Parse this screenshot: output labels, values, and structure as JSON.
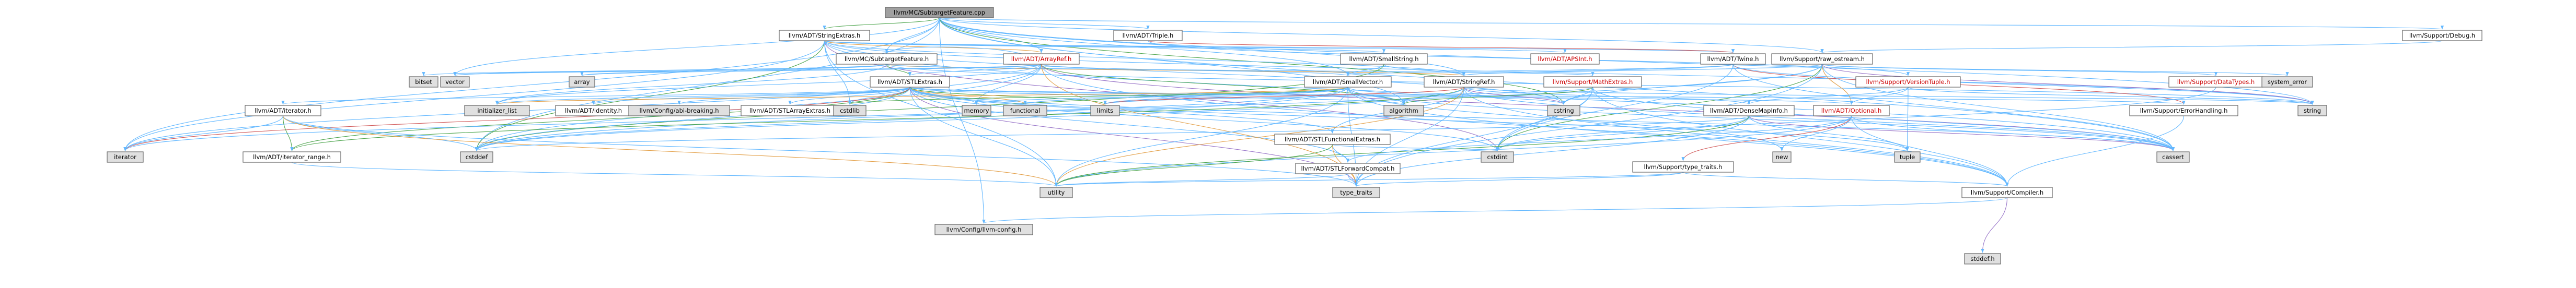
{
  "palette": {
    "root_fill": "#a0a0a0",
    "node_fill": "#ffffff",
    "external_fill": "#e0e0e0",
    "node_border": "#666666",
    "edge_default": "#63b8ff",
    "highlight_text": "#cc0000"
  },
  "nodes": [
    {
      "id": "root",
      "label": "llvm/MC/SubtargetFeature.cpp",
      "kind": "root"
    },
    {
      "id": "stringextras",
      "label": "llvm/ADT/StringExtras.h",
      "kind": "normal"
    },
    {
      "id": "triple",
      "label": "llvm/ADT/Triple.h",
      "kind": "normal"
    },
    {
      "id": "debug",
      "label": "llvm/Support/Debug.h",
      "kind": "normal"
    },
    {
      "id": "subtargetfeature",
      "label": "llvm/MC/SubtargetFeature.h",
      "kind": "normal"
    },
    {
      "id": "arrayref",
      "label": "llvm/ADT/ArrayRef.h",
      "kind": "red"
    },
    {
      "id": "apsint",
      "label": "llvm/ADT/APSInt.h",
      "kind": "red"
    },
    {
      "id": "smallstring",
      "label": "llvm/ADT/SmallString.h",
      "kind": "normal"
    },
    {
      "id": "twine",
      "label": "llvm/ADT/Twine.h",
      "kind": "normal"
    },
    {
      "id": "rawostream",
      "label": "llvm/Support/raw_ostream.h",
      "kind": "normal"
    },
    {
      "id": "bitset",
      "label": "bitset",
      "kind": "ext"
    },
    {
      "id": "vector",
      "label": "vector",
      "kind": "ext"
    },
    {
      "id": "array",
      "label": "array",
      "kind": "ext"
    },
    {
      "id": "stlextras",
      "label": "llvm/ADT/STLExtras.h",
      "kind": "normal"
    },
    {
      "id": "smallvector",
      "label": "llvm/ADT/SmallVector.h",
      "kind": "normal"
    },
    {
      "id": "stringref",
      "label": "llvm/ADT/StringRef.h",
      "kind": "normal"
    },
    {
      "id": "mathextras",
      "label": "llvm/Support/MathExtras.h",
      "kind": "red"
    },
    {
      "id": "versiontuple",
      "label": "llvm/Support/VersionTuple.h",
      "kind": "red"
    },
    {
      "id": "datatypes",
      "label": "llvm/Support/DataTypes.h",
      "kind": "red"
    },
    {
      "id": "systemerror",
      "label": "system_error",
      "kind": "ext"
    },
    {
      "id": "iterator_h",
      "label": "llvm/ADT/iterator.h",
      "kind": "normal"
    },
    {
      "id": "initlist",
      "label": "initializer_list",
      "kind": "ext"
    },
    {
      "id": "identity",
      "label": "llvm/ADT/identity.h",
      "kind": "normal"
    },
    {
      "id": "abibreaking",
      "label": "llvm/Config/abi-breaking.h",
      "kind": "ext"
    },
    {
      "id": "stlarrayextras",
      "label": "llvm/ADT/STLArrayExtras.h",
      "kind": "normal"
    },
    {
      "id": "cstdlib",
      "label": "cstdlib",
      "kind": "ext"
    },
    {
      "id": "memory",
      "label": "memory",
      "kind": "ext"
    },
    {
      "id": "functional",
      "label": "functional",
      "kind": "ext"
    },
    {
      "id": "limits",
      "label": "limits",
      "kind": "ext"
    },
    {
      "id": "algorithm",
      "label": "algorithm",
      "kind": "ext"
    },
    {
      "id": "cstring",
      "label": "cstring",
      "kind": "ext"
    },
    {
      "id": "densemapinfo",
      "label": "llvm/ADT/DenseMapInfo.h",
      "kind": "normal"
    },
    {
      "id": "optional",
      "label": "llvm/ADT/Optional.h",
      "kind": "red"
    },
    {
      "id": "errorhandling",
      "label": "llvm/Support/ErrorHandling.h",
      "kind": "normal"
    },
    {
      "id": "string",
      "label": "string",
      "kind": "ext"
    },
    {
      "id": "cassert",
      "label": "cassert",
      "kind": "ext"
    },
    {
      "id": "stlfunctionalextras",
      "label": "llvm/ADT/STLFunctionalExtras.h",
      "kind": "normal"
    },
    {
      "id": "stlforwardcompat",
      "label": "llvm/ADT/STLForwardCompat.h",
      "kind": "normal"
    },
    {
      "id": "typetraits",
      "label": "llvm/Support/type_traits.h",
      "kind": "normal"
    },
    {
      "id": "new",
      "label": "new",
      "kind": "ext"
    },
    {
      "id": "tuple",
      "label": "tuple",
      "kind": "ext"
    },
    {
      "id": "cstdint",
      "label": "cstdint",
      "kind": "ext"
    },
    {
      "id": "iterator",
      "label": "iterator",
      "kind": "ext"
    },
    {
      "id": "iteratorrange",
      "label": "llvm/ADT/iterator_range.h",
      "kind": "normal"
    },
    {
      "id": "cstddef",
      "label": "cstddef",
      "kind": "ext"
    },
    {
      "id": "utility",
      "label": "utility",
      "kind": "ext"
    },
    {
      "id": "type_traits",
      "label": "type_traits",
      "kind": "ext"
    },
    {
      "id": "compiler",
      "label": "llvm/Support/Compiler.h",
      "kind": "normal"
    },
    {
      "id": "llvmconfig",
      "label": "llvm/Config/llvm-config.h",
      "kind": "ext"
    },
    {
      "id": "stddef",
      "label": "stddef.h",
      "kind": "ext"
    }
  ],
  "edges": [
    [
      "root",
      "stringextras"
    ],
    [
      "root",
      "triple"
    ],
    [
      "root",
      "debug"
    ],
    [
      "root",
      "subtargetfeature"
    ],
    [
      "root",
      "arrayref"
    ],
    [
      "root",
      "smallvector"
    ],
    [
      "root",
      "stringref"
    ],
    [
      "root",
      "rawostream"
    ],
    [
      "root",
      "algorithm"
    ],
    [
      "root",
      "cassert"
    ],
    [
      "root",
      "cstddef"
    ],
    [
      "root",
      "cstring"
    ],
    [
      "root",
      "iterator"
    ],
    [
      "root",
      "string"
    ],
    [
      "root",
      "vector"
    ],
    [
      "root",
      "llvmconfig"
    ],
    [
      "stringextras",
      "apsint"
    ],
    [
      "stringextras",
      "arrayref"
    ],
    [
      "stringextras",
      "smallstring"
    ],
    [
      "stringextras",
      "stringref"
    ],
    [
      "stringextras",
      "twine"
    ],
    [
      "stringextras",
      "cassert"
    ],
    [
      "stringextras",
      "cstddef"
    ],
    [
      "stringextras",
      "cstdint"
    ],
    [
      "stringextras",
      "cstdlib"
    ],
    [
      "stringextras",
      "cstring"
    ],
    [
      "stringextras",
      "iterator"
    ],
    [
      "stringextras",
      "string"
    ],
    [
      "stringextras",
      "utility"
    ],
    [
      "triple",
      "twine"
    ],
    [
      "triple",
      "versiontuple"
    ],
    [
      "debug",
      "rawostream"
    ],
    [
      "subtargetfeature",
      "arrayref"
    ],
    [
      "subtargetfeature",
      "stlextras"
    ],
    [
      "subtargetfeature",
      "stringref"
    ],
    [
      "subtargetfeature",
      "mathextras"
    ],
    [
      "subtargetfeature",
      "array"
    ],
    [
      "subtargetfeature",
      "bitset"
    ],
    [
      "subtargetfeature",
      "initlist"
    ],
    [
      "subtargetfeature",
      "string"
    ],
    [
      "subtargetfeature",
      "vector"
    ],
    [
      "arrayref",
      "smallvector"
    ],
    [
      "arrayref",
      "stlextras"
    ],
    [
      "arrayref",
      "compiler"
    ],
    [
      "arrayref",
      "algorithm"
    ],
    [
      "arrayref",
      "array"
    ],
    [
      "arrayref",
      "cassert"
    ],
    [
      "arrayref",
      "cstddef"
    ],
    [
      "arrayref",
      "initlist"
    ],
    [
      "arrayref",
      "iterator"
    ],
    [
      "arrayref",
      "memory"
    ],
    [
      "arrayref",
      "type_traits"
    ],
    [
      "arrayref",
      "vector"
    ],
    [
      "smallstring",
      "smallvector"
    ],
    [
      "smallstring",
      "stringref"
    ],
    [
      "smallstring",
      "cstddef"
    ],
    [
      "twine",
      "smallvector"
    ],
    [
      "twine",
      "stringref"
    ],
    [
      "twine",
      "errorhandling"
    ],
    [
      "twine",
      "cassert"
    ],
    [
      "twine",
      "cstdint"
    ],
    [
      "twine",
      "string"
    ],
    [
      "rawostream",
      "stringref"
    ],
    [
      "rawostream",
      "datatypes"
    ],
    [
      "rawostream",
      "cassert"
    ],
    [
      "rawostream",
      "cstddef"
    ],
    [
      "rawostream",
      "cstdint"
    ],
    [
      "rawostream",
      "cstring"
    ],
    [
      "rawostream",
      "optional"
    ],
    [
      "rawostream",
      "string"
    ],
    [
      "rawostream",
      "systemerror"
    ],
    [
      "rawostream",
      "type_traits"
    ],
    [
      "stlextras",
      "stlarrayextras"
    ],
    [
      "stlextras",
      "stlforwardcompat"
    ],
    [
      "stlextras",
      "stlfunctionalextras"
    ],
    [
      "stlextras",
      "identity"
    ],
    [
      "stlextras",
      "iterator_h"
    ],
    [
      "stlextras",
      "iteratorrange"
    ],
    [
      "stlextras",
      "abibreaking"
    ],
    [
      "stlextras",
      "errorhandling"
    ],
    [
      "stlextras",
      "algorithm"
    ],
    [
      "stlextras",
      "cassert"
    ],
    [
      "stlextras",
      "cstddef"
    ],
    [
      "stlextras",
      "cstdint"
    ],
    [
      "stlextras",
      "cstdlib"
    ],
    [
      "stlextras",
      "functional"
    ],
    [
      "stlextras",
      "initlist"
    ],
    [
      "stlextras",
      "iterator"
    ],
    [
      "stlextras",
      "limits"
    ],
    [
      "stlextras",
      "memory"
    ],
    [
      "stlextras",
      "optional"
    ],
    [
      "stlextras",
      "tuple"
    ],
    [
      "stlextras",
      "type_traits"
    ],
    [
      "stlextras",
      "utility"
    ],
    [
      "smallvector",
      "compiler"
    ],
    [
      "smallvector",
      "type_traits"
    ],
    [
      "smallvector",
      "algorithm"
    ],
    [
      "smallvector",
      "cassert"
    ],
    [
      "smallvector",
      "cstddef"
    ],
    [
      "smallvector",
      "cstdlib"
    ],
    [
      "smallvector",
      "cstring"
    ],
    [
      "smallvector",
      "functional"
    ],
    [
      "smallvector",
      "initlist"
    ],
    [
      "smallvector",
      "iterator"
    ],
    [
      "smallvector",
      "limits"
    ],
    [
      "smallvector",
      "memory"
    ],
    [
      "smallvector",
      "new"
    ],
    [
      "smallvector",
      "utility"
    ],
    [
      "stringref",
      "densemapinfo"
    ],
    [
      "stringref",
      "stlfunctionalextras"
    ],
    [
      "stringref",
      "iteratorrange"
    ],
    [
      "stringref",
      "compiler"
    ],
    [
      "stringref",
      "algorithm"
    ],
    [
      "stringref",
      "cassert"
    ],
    [
      "stringref",
      "cstddef"
    ],
    [
      "stringref",
      "cstring"
    ],
    [
      "stringref",
      "limits"
    ],
    [
      "stringref",
      "string"
    ],
    [
      "stringref",
      "type_traits"
    ],
    [
      "stringref",
      "utility"
    ],
    [
      "mathextras",
      "compiler"
    ],
    [
      "mathextras",
      "algorithm"
    ],
    [
      "mathextras",
      "cassert"
    ],
    [
      "mathextras",
      "cstdint"
    ],
    [
      "mathextras",
      "cstring"
    ],
    [
      "mathextras",
      "limits"
    ],
    [
      "mathextras",
      "type_traits"
    ],
    [
      "versiontuple",
      "densemapinfo"
    ],
    [
      "versiontuple",
      "optional"
    ],
    [
      "versiontuple",
      "string"
    ],
    [
      "versiontuple",
      "tuple"
    ],
    [
      "datatypes",
      "cstdint"
    ],
    [
      "iterator_h",
      "iteratorrange"
    ],
    [
      "iterator_h",
      "cstddef"
    ],
    [
      "iterator_h",
      "iterator"
    ],
    [
      "iterator_h",
      "type_traits"
    ],
    [
      "iterator_h",
      "utility"
    ],
    [
      "iteratorrange",
      "utility"
    ],
    [
      "densemapinfo",
      "cassert"
    ],
    [
      "densemapinfo",
      "cstddef"
    ],
    [
      "densemapinfo",
      "cstdint"
    ],
    [
      "densemapinfo",
      "tuple"
    ],
    [
      "densemapinfo",
      "type_traits"
    ],
    [
      "densemapinfo",
      "utility"
    ],
    [
      "optional",
      "compiler"
    ],
    [
      "optional",
      "typetraits"
    ],
    [
      "optional",
      "cassert"
    ],
    [
      "optional",
      "new"
    ],
    [
      "optional",
      "utility"
    ],
    [
      "optional",
      "stlforwardcompat"
    ],
    [
      "errorhandling",
      "compiler"
    ],
    [
      "stlfunctionalextras",
      "stlforwardcompat"
    ],
    [
      "stlfunctionalextras",
      "cstdint"
    ],
    [
      "stlfunctionalextras",
      "type_traits"
    ],
    [
      "stlfunctionalextras",
      "utility"
    ],
    [
      "stlforwardcompat",
      "type_traits"
    ],
    [
      "stlforwardcompat",
      "utility"
    ],
    [
      "typetraits",
      "compiler"
    ],
    [
      "typetraits",
      "type_traits"
    ],
    [
      "typetraits",
      "utility"
    ],
    [
      "compiler",
      "llvmconfig"
    ],
    [
      "compiler",
      "stddef"
    ]
  ]
}
